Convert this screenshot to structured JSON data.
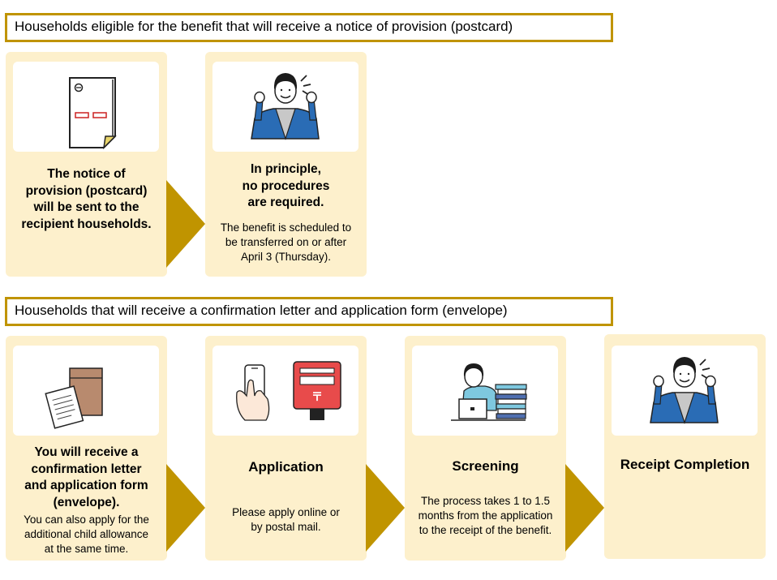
{
  "section1": {
    "header": "Households eligible for the benefit that will receive a notice of provision (postcard)",
    "cards": [
      {
        "title": [
          "The notice of",
          "provision (postcard)",
          "will be sent to the",
          "recipient households."
        ],
        "icon": "postcard-notice-icon"
      },
      {
        "title": [
          "In principle,",
          "no procedures",
          "are required."
        ],
        "sub": [
          "The benefit is scheduled to",
          "be transferred on or after",
          "April 3 (Thursday)."
        ],
        "icon": "happy-person-icon"
      }
    ]
  },
  "section2": {
    "header": "Households that will receive a confirmation letter and application form (envelope)",
    "cards": [
      {
        "title": [
          "You will receive a",
          "confirmation letter",
          "and application form",
          "(envelope)."
        ],
        "sub": [
          "You can also apply for the",
          "additional child allowance",
          "at the same time."
        ],
        "icon": "envelope-letter-icon"
      },
      {
        "title": [
          "Application"
        ],
        "sub": [
          "Please apply online or",
          "by postal mail."
        ],
        "icon": "phone-and-postbox-icon"
      },
      {
        "title": [
          "Screening"
        ],
        "sub": [
          "The process takes 1 to 1.5",
          "months from the application",
          "to the receipt of the benefit."
        ],
        "icon": "screening-worker-icon"
      },
      {
        "title": [
          "Receipt Completion"
        ],
        "icon": "happy-person-icon"
      }
    ]
  },
  "colors": {
    "accent": "#c09400",
    "card_bg": "#fdf0cc",
    "person_jacket": "#2a6cb5",
    "postbox_red": "#e84b4b"
  }
}
